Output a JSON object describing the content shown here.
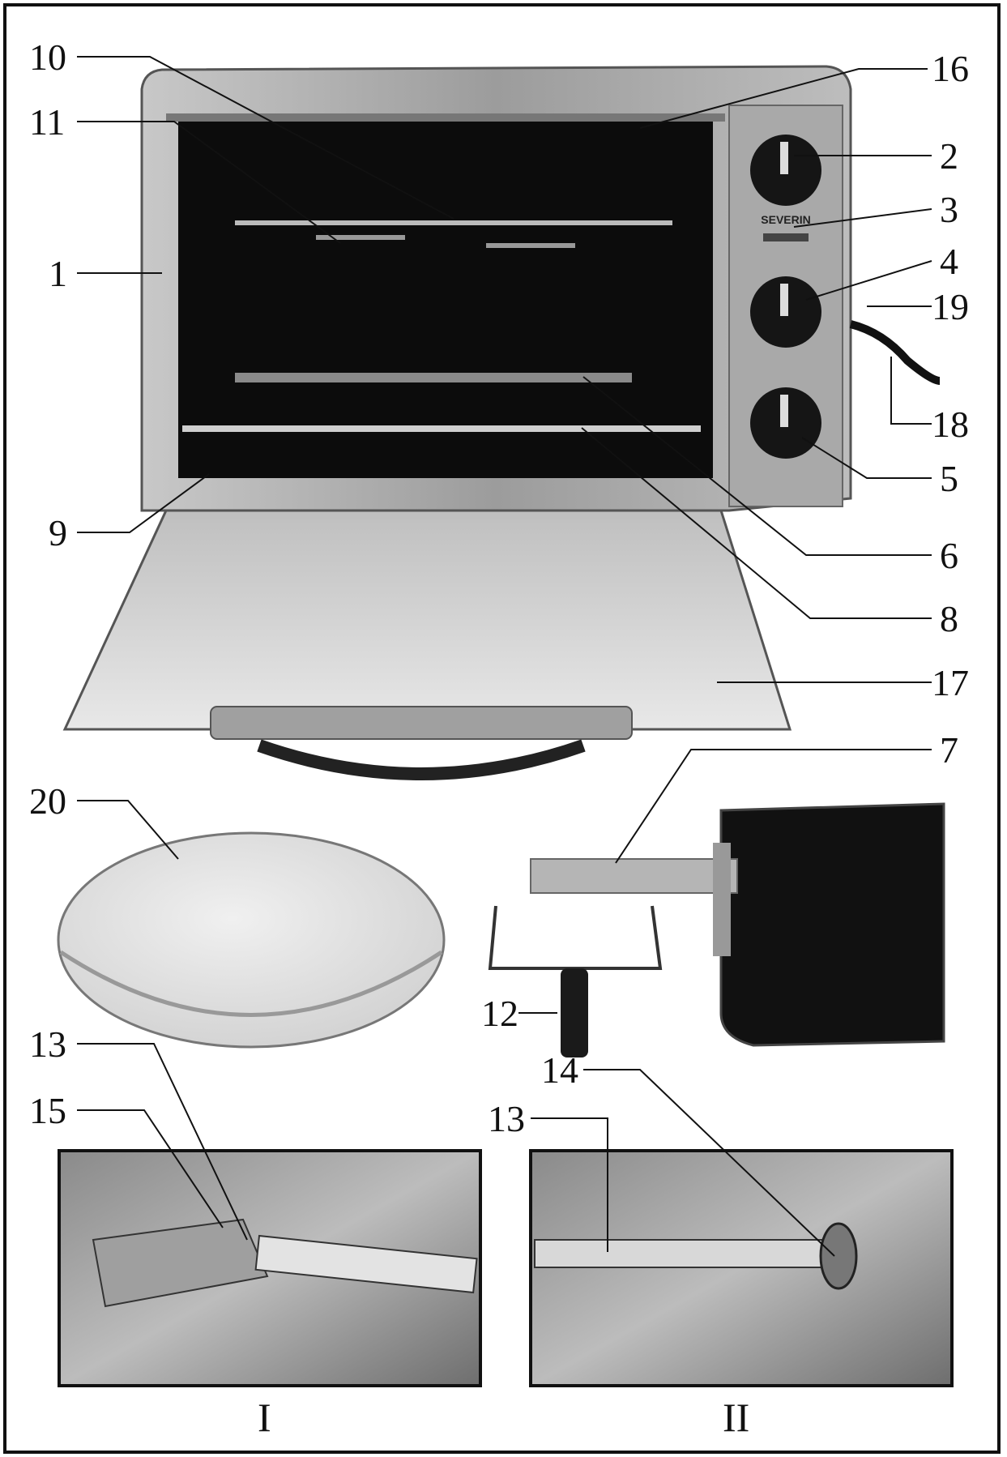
{
  "callouts": {
    "c1": "1",
    "c2": "2",
    "c3": "3",
    "c4": "4",
    "c5": "5",
    "c6": "6",
    "c7": "7",
    "c8": "8",
    "c9": "9",
    "c10": "10",
    "c11": "11",
    "c12": "12",
    "c13a": "13",
    "c13b": "13",
    "c14": "14",
    "c15": "15",
    "c16": "16",
    "c17": "17",
    "c18": "18",
    "c19": "19",
    "c20": "20"
  },
  "brand": "SEVERIN",
  "captions": {
    "inset_left": "I",
    "inset_right": "II"
  },
  "colors": {
    "ink": "#111111",
    "steel": "#9a9a9a",
    "cavity": "#0c0c0c",
    "glass": "#d6d6d6",
    "stone": "#e2e2e2"
  }
}
